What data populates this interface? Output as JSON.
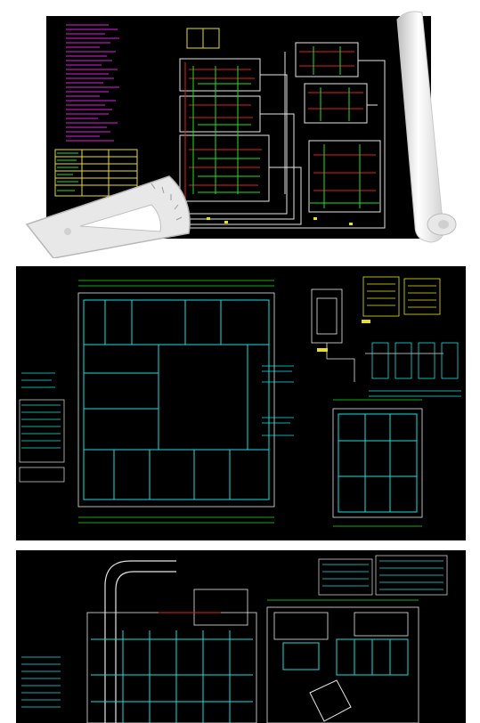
{
  "colors": {
    "sheet_background": "#000000",
    "page_background": "#ffffff",
    "line_cyan": "#19e0e0",
    "line_white": "#e6e6e6",
    "line_red": "#e02020",
    "line_green": "#22e022",
    "line_magenta": "#e020e0",
    "line_yellow": "#e8e020",
    "line_blue": "#3c6cff"
  },
  "panels": [
    {
      "name": "system-riser-diagram-sheet"
    },
    {
      "name": "floor-plan-sheet-upper"
    },
    {
      "name": "floor-plan-sheet-lower"
    }
  ],
  "props": {
    "roll": "paper-roll-icon",
    "protractor": "protractor-icon"
  }
}
